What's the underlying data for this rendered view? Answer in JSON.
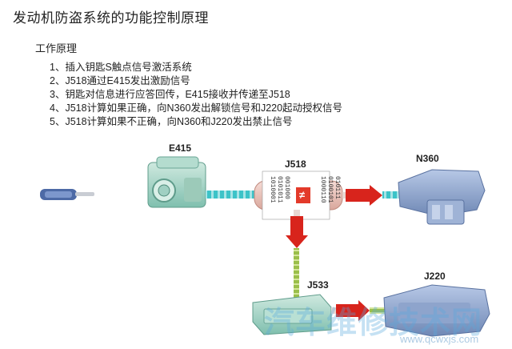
{
  "title": "发动机防盗系统的功能控制原理",
  "subtitle": "工作原理",
  "steps": [
    "1、插入钥匙S触点信号激活系统",
    "2、J518通过E415发出激励信号",
    "3、钥匙对信息进行应答回传，E415接收并传递至J518",
    "4、J518计算如果正确，向N360发出解锁信号和J220起动授权信号",
    "5、J518计算如果不正确，向N360和J220发出禁止信号"
  ],
  "components": {
    "e415": "E415",
    "j518": "J518",
    "n360": "N360",
    "j533": "J533",
    "j220": "J220"
  },
  "binary": {
    "left": [
      "1010001",
      "0101011",
      "001000"
    ],
    "right": [
      "1000110",
      "0100101",
      "010111"
    ]
  },
  "colors": {
    "link_cyan": "#3cc3c8",
    "link_green": "#9bbf4a",
    "signal_red": "#d8241c",
    "part_blue": "#8fa9cf",
    "module_teal": "#8fcfc2"
  },
  "watermark": {
    "text": "汽车维修技术网",
    "url": "www.qcwxjs.com"
  }
}
